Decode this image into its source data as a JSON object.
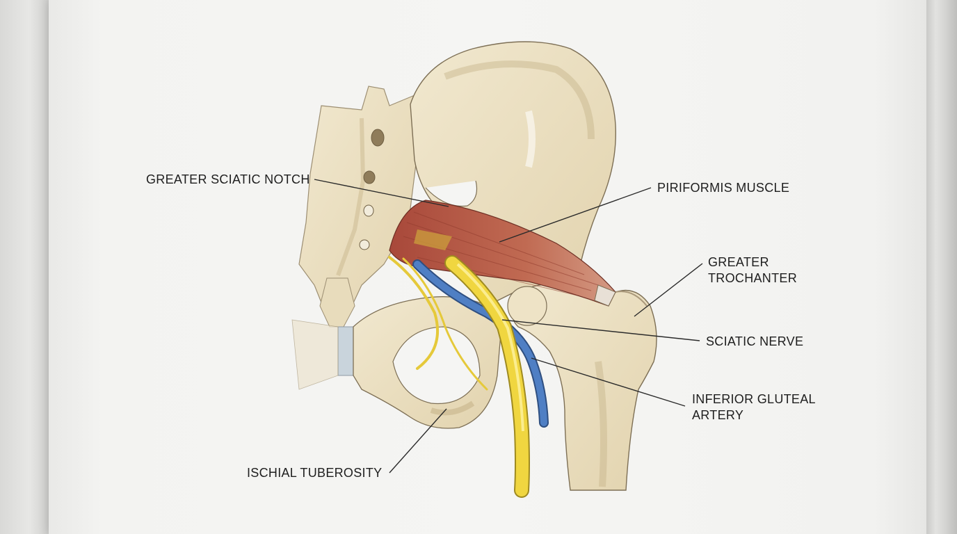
{
  "labels": {
    "greater_sciatic_notch": "GREATER SCIATIC NOTCH",
    "piriformis_muscle": "PIRIFORMIS MUSCLE",
    "greater_trochanter": "GREATER\nTROCHANTER",
    "sciatic_nerve": "SCIATIC NERVE",
    "inferior_gluteal_artery": "INFERIOR GLUTEAL\nARTERY",
    "ischial_tuberosity": "ISCHIAL TUBEROSITY"
  },
  "colors": {
    "bone": "#ece1c3",
    "bone_shade": "#d8c79e",
    "muscle": "#b85a45",
    "nerve": "#f0d640",
    "artery": "#4f7fc4",
    "leader_line": "#2a2a2a",
    "paper": "#f5f5f3"
  }
}
